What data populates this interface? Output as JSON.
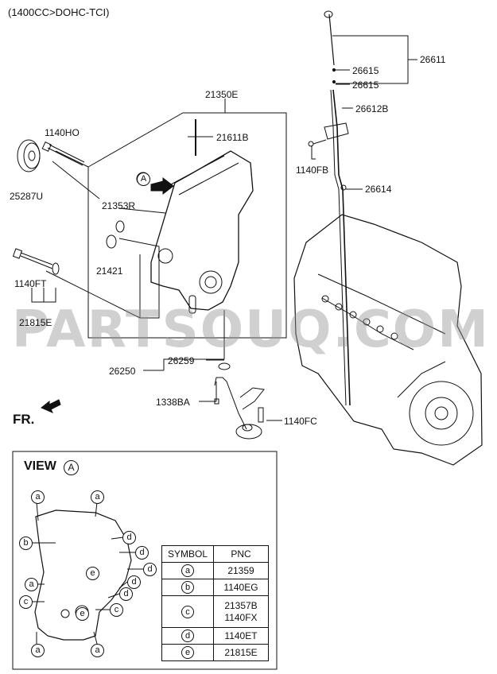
{
  "header": "(1400CC>DOHC-TCI)",
  "watermark": "PARTSOUQ.COM",
  "direction": "FR.",
  "callout": "A",
  "labels": {
    "p21350E": "21350E",
    "p1140HO": "1140HO",
    "p21611B": "21611B",
    "p25287U": "25287U",
    "p21353R": "21353R",
    "p21421": "21421",
    "p1140FT": "1140FT",
    "p21815E": "21815E",
    "p26611": "26611",
    "p26615a": "26615",
    "p26615b": "26615",
    "p26612B": "26612B",
    "p1140FB": "1140FB",
    "p26614": "26614",
    "p26259": "26259",
    "p26250": "26250",
    "p1338BA": "1338BA",
    "p1140FC": "1140FC"
  },
  "view": {
    "title": "VIEW",
    "circle": "A",
    "markers": [
      {
        "sym": "a"
      },
      {
        "sym": "a"
      },
      {
        "sym": "b"
      },
      {
        "sym": "d"
      },
      {
        "sym": "d"
      },
      {
        "sym": "d"
      },
      {
        "sym": "e"
      },
      {
        "sym": "a"
      },
      {
        "sym": "d"
      },
      {
        "sym": "c"
      },
      {
        "sym": "e"
      },
      {
        "sym": "d"
      },
      {
        "sym": "c"
      },
      {
        "sym": "a"
      },
      {
        "sym": "a"
      }
    ],
    "table": {
      "headers": [
        "SYMBOL",
        "PNC"
      ],
      "rows": [
        {
          "symbol": "a",
          "pnc": "21359"
        },
        {
          "symbol": "b",
          "pnc": "1140EG"
        },
        {
          "symbol": "c",
          "pnc": "21357B",
          "pnc2": "1140FX"
        },
        {
          "symbol": "d",
          "pnc": "1140ET"
        },
        {
          "symbol": "e",
          "pnc": "21815E"
        }
      ]
    }
  }
}
